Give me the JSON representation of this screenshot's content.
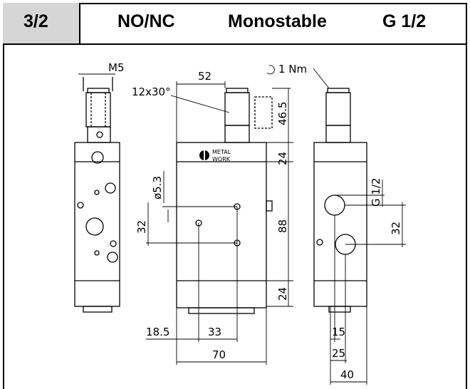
{
  "header": {
    "cells": [
      "3/2",
      "NO/NC",
      "Monostable",
      "G 1/2"
    ]
  },
  "drawing": {
    "dims": {
      "m5": "M5",
      "torque": "1 Nm",
      "width_52": "52",
      "chamfer": "12x30°",
      "h_46_5": "46.5",
      "h_24_top": "24",
      "h_88": "88",
      "h_24_bot": "24",
      "dia_5_3": "ø5.3",
      "v_32_left": "32",
      "v_32_right": "32",
      "port": "G 1/2",
      "w_18_5": "18.5",
      "w_33": "33",
      "w_70": "70",
      "w_15": "15",
      "w_25": "25",
      "w_40": "40"
    },
    "logo": {
      "line1": "METAL",
      "line2": "WORK"
    }
  },
  "colors": {
    "header_gray": "#d6d6d6",
    "line": "#000000"
  }
}
